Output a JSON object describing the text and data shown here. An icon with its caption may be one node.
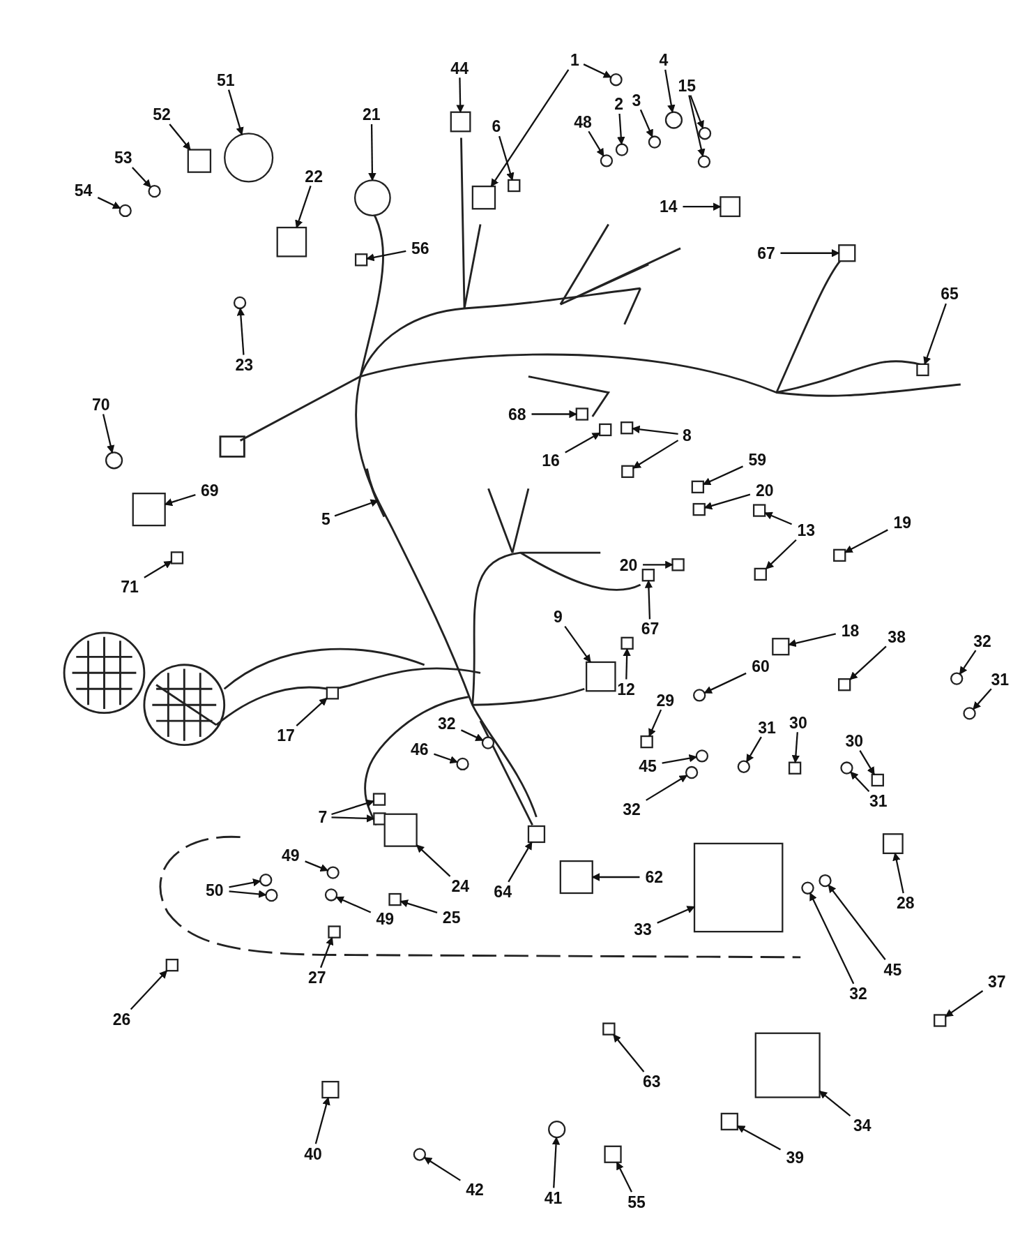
{
  "diagram": {
    "nodes": [
      {
        "text": [
          "1"
        ]
      },
      {
        "text": [
          "4"
        ]
      },
      {
        "text": [
          "44"
        ]
      },
      {
        "text": [
          "51"
        ]
      },
      {
        "text": [
          "15"
        ]
      },
      {
        "text": [
          "3"
        ]
      },
      {
        "text": [
          "2"
        ]
      },
      {
        "text": [
          "52"
        ]
      },
      {
        "text": [
          "21"
        ]
      },
      {
        "text": [
          "48"
        ]
      },
      {
        "text": [
          "6"
        ]
      },
      {
        "text": [
          "53"
        ]
      },
      {
        "text": [
          "22"
        ]
      },
      {
        "text": [
          "54"
        ]
      },
      {
        "text": [
          "14"
        ]
      },
      {
        "text": [
          "56"
        ]
      },
      {
        "text": [
          "67"
        ]
      },
      {
        "text": [
          "65"
        ]
      },
      {
        "text": [
          "23"
        ]
      },
      {
        "text": [
          "70"
        ]
      },
      {
        "text": [
          "68"
        ]
      },
      {
        "text": [
          "8"
        ]
      },
      {
        "text": [
          "16"
        ]
      },
      {
        "text": [
          "59"
        ]
      },
      {
        "text": [
          "69"
        ]
      },
      {
        "text": [
          "20"
        ]
      },
      {
        "text": [
          "5"
        ]
      },
      {
        "text": [
          "19"
        ]
      },
      {
        "text": [
          "13"
        ]
      },
      {
        "text": [
          "20"
        ]
      },
      {
        "text": [
          "71"
        ]
      },
      {
        "text": [
          "9"
        ]
      },
      {
        "text": [
          "67"
        ]
      },
      {
        "text": [
          "18"
        ]
      },
      {
        "text": [
          "38"
        ]
      },
      {
        "text": [
          "32"
        ]
      },
      {
        "text": [
          "60"
        ]
      },
      {
        "text": [
          "31"
        ]
      },
      {
        "text": [
          "12"
        ]
      },
      {
        "text": [
          "29"
        ]
      },
      {
        "text": [
          "32"
        ]
      },
      {
        "text": [
          "30"
        ]
      },
      {
        "text": [
          "31"
        ]
      },
      {
        "text": [
          "17"
        ]
      },
      {
        "text": [
          "30"
        ]
      },
      {
        "text": [
          "46"
        ]
      },
      {
        "text": [
          "45"
        ]
      },
      {
        "text": [
          "31"
        ]
      },
      {
        "text": [
          "32"
        ]
      },
      {
        "text": [
          "7"
        ]
      },
      {
        "text": [
          "49"
        ]
      },
      {
        "text": [
          "62"
        ]
      },
      {
        "text": [
          "24"
        ]
      },
      {
        "text": [
          "50"
        ]
      },
      {
        "text": [
          "64"
        ]
      },
      {
        "text": [
          "28"
        ]
      },
      {
        "text": [
          "49"
        ]
      },
      {
        "text": [
          "25"
        ]
      },
      {
        "text": [
          "33"
        ]
      },
      {
        "text": [
          "45"
        ]
      },
      {
        "text": [
          "27"
        ]
      },
      {
        "text": [
          "37"
        ]
      },
      {
        "text": [
          "32"
        ]
      },
      {
        "text": [
          "26"
        ]
      },
      {
        "text": [
          "63"
        ]
      },
      {
        "text": [
          "34"
        ]
      },
      {
        "text": [
          "40"
        ]
      },
      {
        "text": [
          "39"
        ]
      },
      {
        "text": [
          "42"
        ]
      },
      {
        "text": [
          "41"
        ]
      },
      {
        "text": [
          "55"
        ]
      },
      {
        "text": [],
        "shape": "box"
      },
      {
        "text": [],
        "shape": "circle"
      },
      {
        "text": [],
        "shape": "circle"
      },
      {
        "text": [],
        "shape": "box"
      },
      {
        "text": [],
        "shape": "circle"
      },
      {
        "text": [],
        "shape": "circle"
      },
      {
        "text": [],
        "shape": "circle"
      },
      {
        "text": [],
        "shape": "circle"
      },
      {
        "text": [],
        "shape": "circle"
      },
      {
        "text": [],
        "shape": "box"
      },
      {
        "text": [],
        "shape": "circle"
      },
      {
        "text": [],
        "shape": "circle"
      },
      {
        "text": [],
        "shape": "box"
      },
      {
        "text": [],
        "shape": "circle"
      },
      {
        "text": [],
        "shape": "box"
      },
      {
        "text": [],
        "shape": "circle"
      },
      {
        "text": [],
        "shape": "box"
      },
      {
        "text": [],
        "shape": "box"
      },
      {
        "text": [],
        "shape": "box"
      },
      {
        "text": [],
        "shape": "box"
      },
      {
        "text": [],
        "shape": "circle"
      },
      {
        "text": [],
        "shape": "circle"
      },
      {
        "text": [],
        "shape": "box"
      },
      {
        "text": [],
        "shape": "box"
      },
      {
        "text": [],
        "shape": "box"
      },
      {
        "text": [],
        "shape": "box"
      },
      {
        "text": [],
        "shape": "box"
      },
      {
        "text": [],
        "shape": "box"
      },
      {
        "text": [],
        "shape": "box"
      },
      {
        "text": [],
        "shape": "cable"
      },
      {
        "text": [],
        "shape": "box"
      },
      {
        "text": [],
        "shape": "box"
      },
      {
        "text": [],
        "shape": "box"
      },
      {
        "text": [],
        "shape": "box"
      },
      {
        "text": [],
        "shape": "box"
      },
      {
        "text": [],
        "shape": "box"
      },
      {
        "text": [],
        "shape": "box"
      },
      {
        "text": [],
        "shape": "box"
      },
      {
        "text": [],
        "shape": "box"
      },
      {
        "text": [],
        "shape": "circle"
      },
      {
        "text": [],
        "shape": "circle"
      },
      {
        "text": [],
        "shape": "circle"
      },
      {
        "text": [],
        "shape": "box"
      },
      {
        "text": [],
        "shape": "box"
      },
      {
        "text": [],
        "shape": "circle"
      },
      {
        "text": [],
        "shape": "box"
      },
      {
        "text": [],
        "shape": "circle"
      },
      {
        "text": [],
        "shape": "box"
      },
      {
        "text": [],
        "shape": "box"
      },
      {
        "text": [],
        "shape": "circle"
      },
      {
        "text": [],
        "shape": "circle"
      },
      {
        "text": [],
        "shape": "circle"
      },
      {
        "text": [],
        "shape": "circle"
      },
      {
        "text": [],
        "shape": "box"
      },
      {
        "text": [],
        "shape": "box"
      },
      {
        "text": [],
        "shape": "circle"
      },
      {
        "text": [],
        "shape": "box"
      },
      {
        "text": [],
        "shape": "box"
      },
      {
        "text": [],
        "shape": "circle"
      },
      {
        "text": [],
        "shape": "circle"
      },
      {
        "text": [],
        "shape": "box"
      },
      {
        "text": [],
        "shape": "box"
      },
      {
        "text": [],
        "shape": "circle"
      },
      {
        "text": [],
        "shape": "box"
      },
      {
        "text": [],
        "shape": "box"
      },
      {
        "text": [],
        "shape": "circle"
      },
      {
        "text": [],
        "shape": "box"
      },
      {
        "text": [],
        "shape": "box"
      },
      {
        "text": [],
        "shape": "circle"
      },
      {
        "text": [],
        "shape": "box"
      },
      {
        "text": [],
        "shape": "box"
      },
      {
        "text": [],
        "shape": "box"
      },
      {
        "text": [],
        "shape": "box"
      },
      {
        "text": [],
        "shape": "box"
      },
      {
        "text": [],
        "shape": "circle"
      },
      {
        "text": [],
        "shape": "circle"
      },
      {
        "text": [],
        "shape": "box"
      }
    ],
    "edges": [
      {
        "from": 0,
        "to": 71,
        "arrow": "to"
      },
      {
        "from": 0,
        "to": 72,
        "arrow": "to"
      },
      {
        "from": 1,
        "to": 73,
        "arrow": "to"
      },
      {
        "from": 2,
        "to": 74,
        "arrow": "to"
      },
      {
        "from": 3,
        "to": 75,
        "arrow": "to"
      },
      {
        "from": 4,
        "to": 76,
        "arrow": "to"
      },
      {
        "from": 4,
        "to": 77,
        "arrow": "to"
      },
      {
        "from": 5,
        "to": 78,
        "arrow": "to"
      },
      {
        "from": 6,
        "to": 79,
        "arrow": "to"
      },
      {
        "from": 7,
        "to": 80,
        "arrow": "to"
      },
      {
        "from": 8,
        "to": 81,
        "arrow": "to"
      },
      {
        "from": 9,
        "to": 82,
        "arrow": "to"
      },
      {
        "from": 10,
        "to": 83,
        "arrow": "to"
      },
      {
        "from": 11,
        "to": 84,
        "arrow": "to"
      },
      {
        "from": 12,
        "to": 85,
        "arrow": "to"
      },
      {
        "from": 13,
        "to": 86,
        "arrow": "to"
      },
      {
        "from": 14,
        "to": 87,
        "arrow": "to"
      },
      {
        "from": 15,
        "to": 88,
        "arrow": "to"
      },
      {
        "from": 16,
        "to": 89,
        "arrow": "to"
      },
      {
        "from": 17,
        "to": 90,
        "arrow": "to"
      },
      {
        "from": 18,
        "to": 91,
        "arrow": "to"
      },
      {
        "from": 19,
        "to": 92,
        "arrow": "to"
      },
      {
        "from": 20,
        "to": 93,
        "arrow": "to"
      },
      {
        "from": 21,
        "to": 94,
        "arrow": "to"
      },
      {
        "from": 21,
        "to": 95,
        "arrow": "to"
      },
      {
        "from": 22,
        "to": 96,
        "arrow": "to"
      },
      {
        "from": 23,
        "to": 97,
        "arrow": "to"
      },
      {
        "from": 24,
        "to": 98,
        "arrow": "to"
      },
      {
        "from": 25,
        "to": 99,
        "arrow": "to"
      },
      {
        "from": 26,
        "to": 100,
        "arrow": "to"
      },
      {
        "from": 27,
        "to": 101,
        "arrow": "to"
      },
      {
        "from": 28,
        "to": 102,
        "arrow": "to"
      },
      {
        "from": 28,
        "to": 103,
        "arrow": "to"
      },
      {
        "from": 29,
        "to": 104,
        "arrow": "to"
      },
      {
        "from": 30,
        "to": 105,
        "arrow": "to"
      },
      {
        "from": 31,
        "to": 106,
        "arrow": "to"
      },
      {
        "from": 32,
        "to": 107,
        "arrow": "to"
      },
      {
        "from": 33,
        "to": 108,
        "arrow": "to"
      },
      {
        "from": 34,
        "to": 109,
        "arrow": "to"
      },
      {
        "from": 35,
        "to": 110,
        "arrow": "to"
      },
      {
        "from": 36,
        "to": 111,
        "arrow": "to"
      },
      {
        "from": 37,
        "to": 112,
        "arrow": "to"
      },
      {
        "from": 38,
        "to": 113,
        "arrow": "to"
      },
      {
        "from": 39,
        "to": 114,
        "arrow": "to"
      },
      {
        "from": 40,
        "to": 115,
        "arrow": "to"
      },
      {
        "from": 41,
        "to": 116,
        "arrow": "to"
      },
      {
        "from": 42,
        "to": 117,
        "arrow": "to"
      },
      {
        "from": 43,
        "to": 118,
        "arrow": "to"
      },
      {
        "from": 44,
        "to": 119,
        "arrow": "to"
      },
      {
        "from": 45,
        "to": 120,
        "arrow": "to"
      },
      {
        "from": 46,
        "to": 121,
        "arrow": "to"
      },
      {
        "from": 47,
        "to": 122,
        "arrow": "to"
      },
      {
        "from": 48,
        "to": 123,
        "arrow": "to"
      },
      {
        "from": 49,
        "to": 124,
        "arrow": "to"
      },
      {
        "from": 49,
        "to": 125,
        "arrow": "to"
      },
      {
        "from": 50,
        "to": 126,
        "arrow": "to"
      },
      {
        "from": 51,
        "to": 127,
        "arrow": "to"
      },
      {
        "from": 52,
        "to": 128,
        "arrow": "to"
      },
      {
        "from": 53,
        "to": 129,
        "arrow": "to"
      },
      {
        "from": 53,
        "to": 130,
        "arrow": "to"
      },
      {
        "from": 54,
        "to": 131,
        "arrow": "to"
      },
      {
        "from": 55,
        "to": 132,
        "arrow": "to"
      },
      {
        "from": 56,
        "to": 133,
        "arrow": "to"
      },
      {
        "from": 57,
        "to": 134,
        "arrow": "to"
      },
      {
        "from": 58,
        "to": 135,
        "arrow": "to"
      },
      {
        "from": 59,
        "to": 136,
        "arrow": "to"
      },
      {
        "from": 60,
        "to": 137,
        "arrow": "to"
      },
      {
        "from": 61,
        "to": 138,
        "arrow": "to"
      },
      {
        "from": 62,
        "to": 139,
        "arrow": "to"
      },
      {
        "from": 63,
        "to": 140,
        "arrow": "to"
      },
      {
        "from": 64,
        "to": 141,
        "arrow": "to"
      },
      {
        "from": 65,
        "to": 142,
        "arrow": "to"
      },
      {
        "from": 66,
        "to": 143,
        "arrow": "to"
      },
      {
        "from": 67,
        "to": 144,
        "arrow": "to"
      },
      {
        "from": 68,
        "to": 145,
        "arrow": "to"
      },
      {
        "from": 69,
        "to": 146,
        "arrow": "to"
      },
      {
        "from": 70,
        "to": 147,
        "arrow": "to"
      }
    ]
  }
}
